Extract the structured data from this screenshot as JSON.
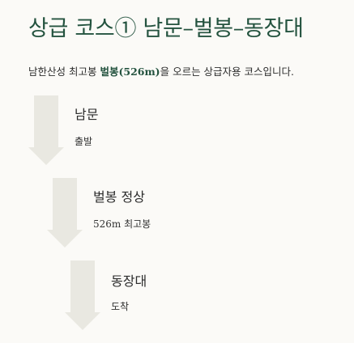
{
  "page": {
    "title": "상급 코스① 남문–벌봉–동장대",
    "intro": {
      "before": "남한산성 최고봉 ",
      "highlight": "벌봉(526m)",
      "after": "을 오르는 상급자용 코스입니다."
    }
  },
  "steps": [
    {
      "name": "남문",
      "desc": "출발"
    },
    {
      "name": "벌봉 정상",
      "desc": "526m 최고봉"
    },
    {
      "name": "동장대",
      "desc": "도착"
    }
  ],
  "colors": {
    "background": "#fbfaf7",
    "title": "#24533f",
    "highlight": "#24533f",
    "arrow": "#e9e8e1"
  }
}
